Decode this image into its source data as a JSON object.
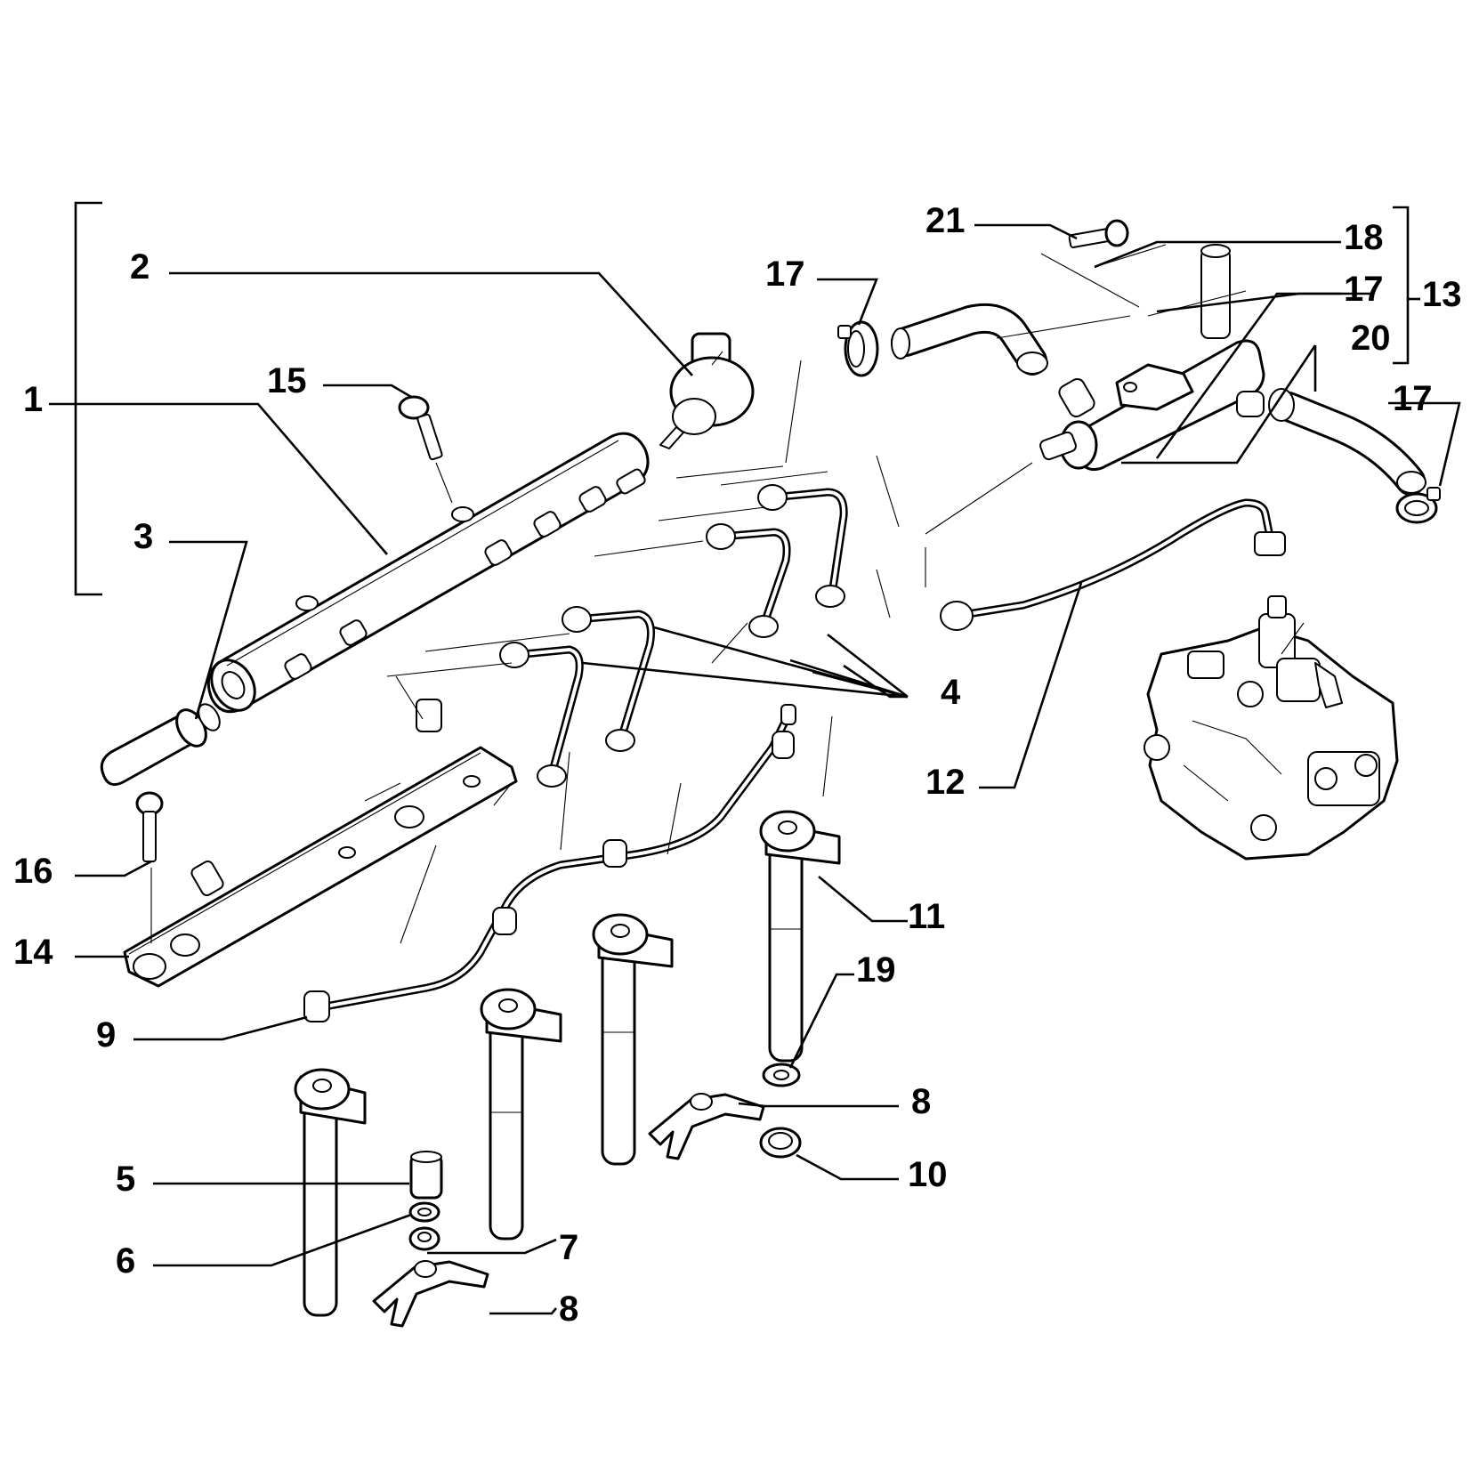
{
  "diagram": {
    "callouts": [
      {
        "id": "c1",
        "text": "1"
      },
      {
        "id": "c2",
        "text": "2"
      },
      {
        "id": "c3",
        "text": "3"
      },
      {
        "id": "c4",
        "text": "4"
      },
      {
        "id": "c5",
        "text": "5"
      },
      {
        "id": "c6",
        "text": "6"
      },
      {
        "id": "c7",
        "text": "7"
      },
      {
        "id": "c8a",
        "text": "8"
      },
      {
        "id": "c8b",
        "text": "8"
      },
      {
        "id": "c9",
        "text": "9"
      },
      {
        "id": "c10",
        "text": "10"
      },
      {
        "id": "c11",
        "text": "11"
      },
      {
        "id": "c12",
        "text": "12"
      },
      {
        "id": "c13",
        "text": "13"
      },
      {
        "id": "c14",
        "text": "14"
      },
      {
        "id": "c15",
        "text": "15"
      },
      {
        "id": "c16",
        "text": "16"
      },
      {
        "id": "c17a",
        "text": "17"
      },
      {
        "id": "c17b",
        "text": "17"
      },
      {
        "id": "c17c",
        "text": "17"
      },
      {
        "id": "c18",
        "text": "18"
      },
      {
        "id": "c19",
        "text": "19"
      },
      {
        "id": "c20",
        "text": "20"
      },
      {
        "id": "c21",
        "text": "21"
      }
    ],
    "colors": {
      "line": "#000000",
      "background": "#ffffff"
    }
  }
}
